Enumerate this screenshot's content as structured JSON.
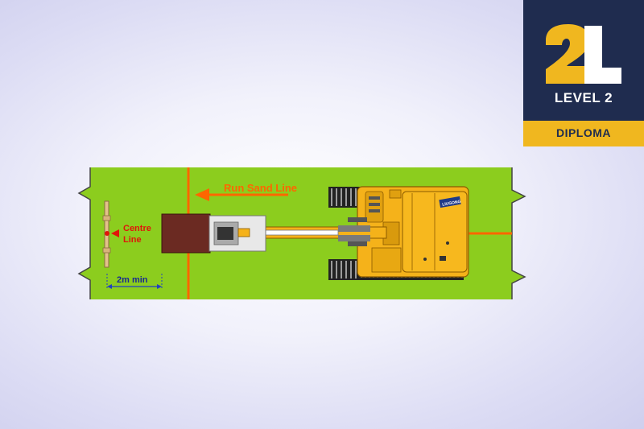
{
  "badge": {
    "logo_text": "2L",
    "level_label": "LEVEL 2",
    "diploma_label": "DIPLOMA",
    "colors": {
      "navy": "#1f2c4f",
      "gold": "#f0b71f"
    }
  },
  "diagram": {
    "run_sand_line_label": "Run Sand Line",
    "centre_line_label_1": "Centre",
    "centre_line_label_2": "Line",
    "distance_label": "2m min",
    "machine_brand": "LIUGONG",
    "colors": {
      "trench": "#8ccd1e",
      "orange_line": "#ff6600",
      "label_red": "#e0150a",
      "machine": "#f5b21a",
      "sand": "#6b2a22",
      "track": "#1a1a1a"
    }
  }
}
